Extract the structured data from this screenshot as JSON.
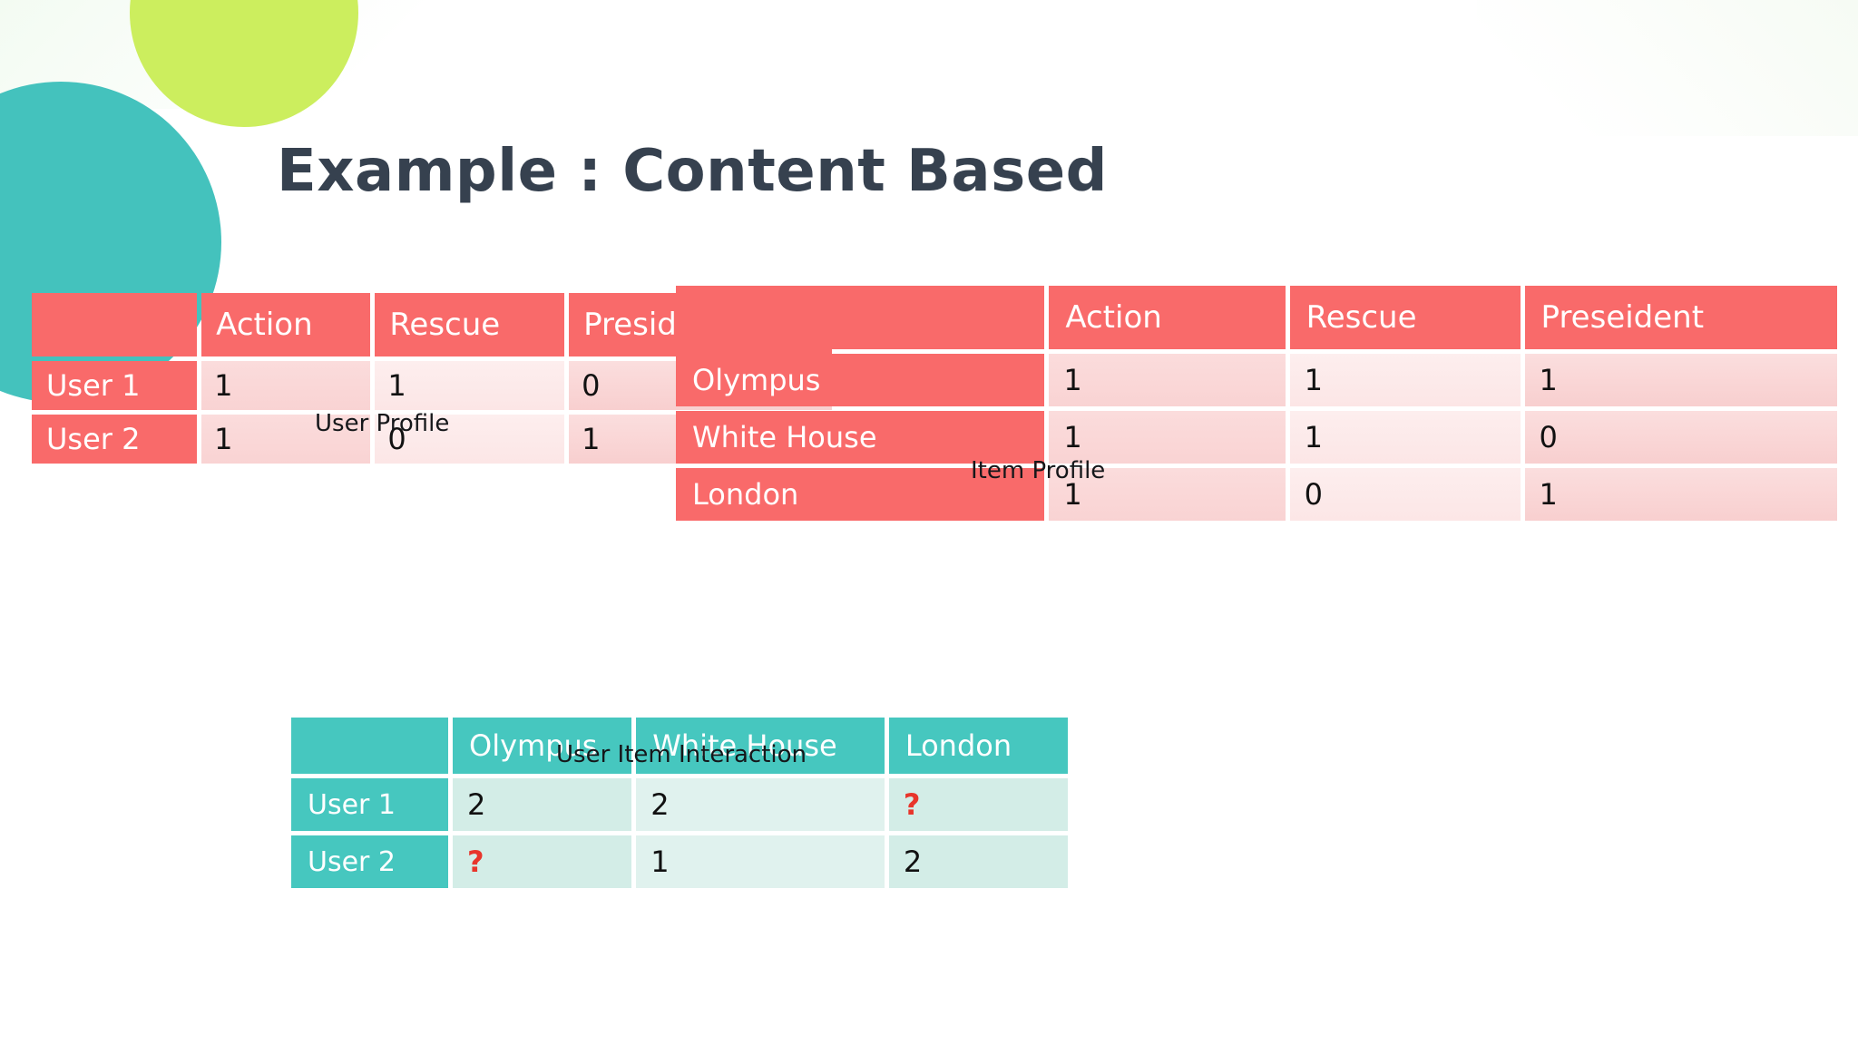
{
  "slide": {
    "title": "Example : Content Based",
    "background_color": "#ffffff",
    "title_color": "#36414f"
  },
  "decor": {
    "green_circle_color": "#ccee5e",
    "teal_circle_color": "#44c2bd"
  },
  "palette": {
    "red_header": "#f96a6a",
    "red_cell": "#fbdede",
    "teal_header": "#46c7bf",
    "teal_cell": "#d6efe9",
    "unknown_marker": "#e8352b",
    "value_text": "#111111"
  },
  "tables": {
    "user_profile": {
      "caption": "User Profile",
      "corner_label": "",
      "columns": [
        "Action",
        "Rescue",
        "President"
      ],
      "rows": [
        {
          "label": "User 1",
          "values": [
            "1",
            "1",
            "0"
          ]
        },
        {
          "label": "User 2",
          "values": [
            "1",
            "0",
            "1"
          ]
        }
      ]
    },
    "item_profile": {
      "caption": "Item Profile",
      "corner_label": "",
      "columns": [
        "Action",
        "Rescue",
        "Preseident"
      ],
      "rows": [
        {
          "label": "Olympus",
          "values": [
            "1",
            "1",
            "1"
          ]
        },
        {
          "label": "White House",
          "values": [
            "1",
            "1",
            "0"
          ]
        },
        {
          "label": "London",
          "values": [
            "1",
            "0",
            "1"
          ]
        }
      ]
    },
    "user_item_interaction": {
      "caption": "User Item Interaction",
      "corner_label": "",
      "columns": [
        "Olympus",
        "White House",
        "London"
      ],
      "rows": [
        {
          "label": "User 1",
          "values": [
            "2",
            "2",
            "?"
          ]
        },
        {
          "label": "User 2",
          "values": [
            "?",
            "1",
            "2"
          ]
        }
      ]
    }
  }
}
